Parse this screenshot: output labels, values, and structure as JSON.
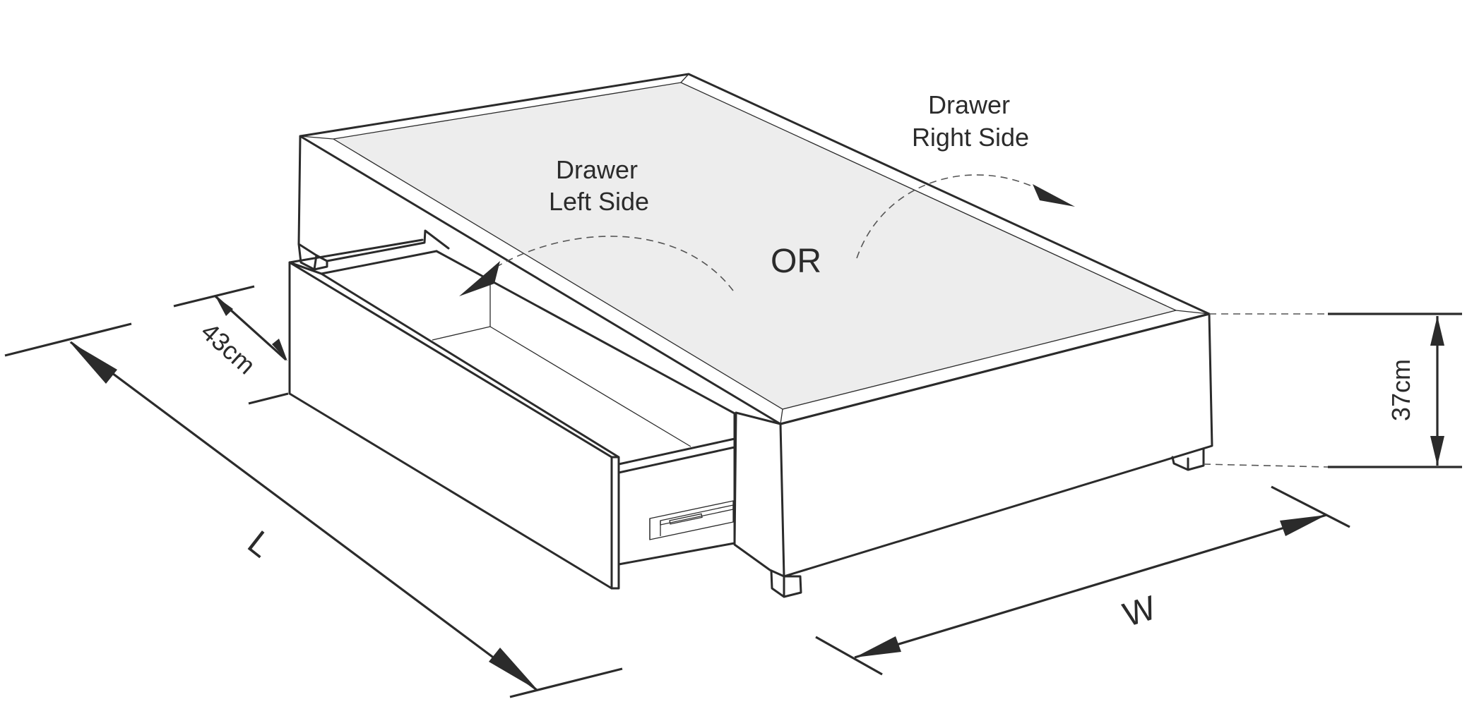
{
  "labels": {
    "drawer_left_line1": "Drawer",
    "drawer_left_line2": "Left Side",
    "drawer_right_line1": "Drawer",
    "drawer_right_line2": "Right Side",
    "or": "OR",
    "depth": "43cm",
    "height": "37cm",
    "length": "L",
    "width": "W"
  },
  "colors": {
    "line": "#2b2b2b",
    "top_panel": "#ededed",
    "background": "#ffffff"
  }
}
